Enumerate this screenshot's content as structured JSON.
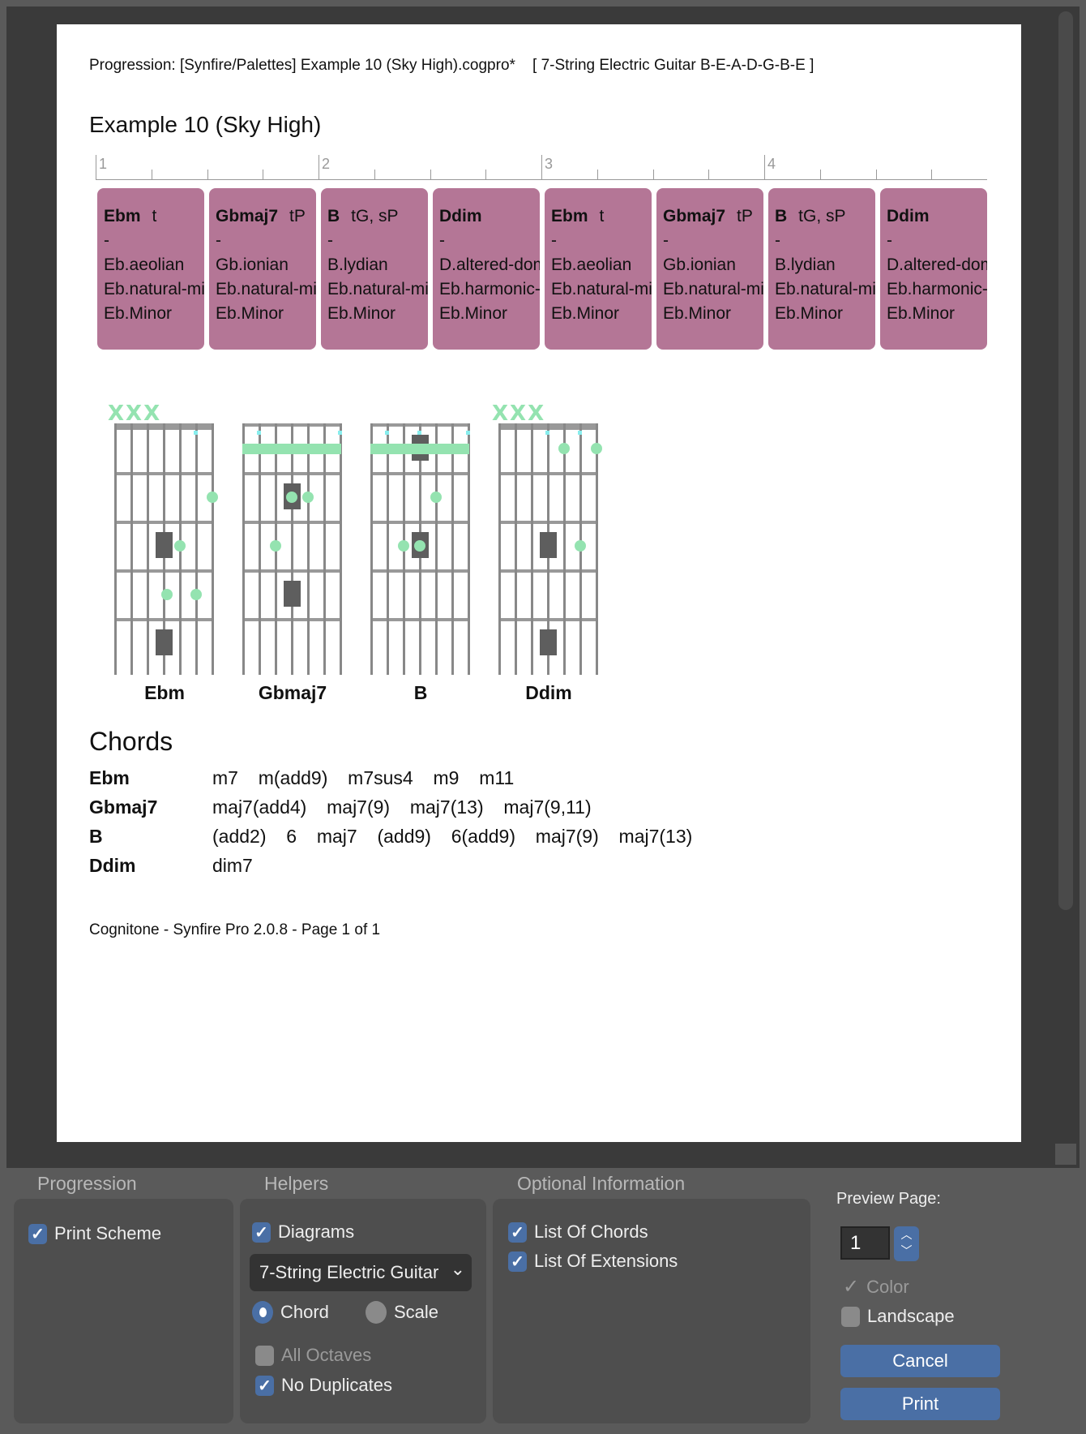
{
  "header": "Progression: [Synfire/Palettes] Example 10 (Sky High).cogpro*    [ 7-String Electric Guitar B-E-A-D-G-B-E ]",
  "title": "Example 10 (Sky High)",
  "ruler": [
    "1",
    "2",
    "3",
    "4"
  ],
  "blocks": [
    {
      "chord": "Ebm",
      "func": "t",
      "dash": "-",
      "s1": "Eb.aeolian",
      "s2": "Eb.natural-minor",
      "s3": "Eb.Minor"
    },
    {
      "chord": "Gbmaj7",
      "func": "tP",
      "dash": "-",
      "s1": "Gb.ionian",
      "s2": "Eb.natural-minor",
      "s3": "Eb.Minor"
    },
    {
      "chord": "B",
      "func": "tG, sP",
      "dash": "-",
      "s1": "B.lydian",
      "s2": "Eb.natural-minor",
      "s3": "Eb.Minor"
    },
    {
      "chord": "Ddim",
      "func": "",
      "dash": "-",
      "s1": "D.altered-dominant",
      "s2": "Eb.harmonic-minor",
      "s3": "Eb.Minor"
    },
    {
      "chord": "Ebm",
      "func": "t",
      "dash": "-",
      "s1": "Eb.aeolian",
      "s2": "Eb.natural-minor",
      "s3": "Eb.Minor"
    },
    {
      "chord": "Gbmaj7",
      "func": "tP",
      "dash": "-",
      "s1": "Gb.ionian",
      "s2": "Eb.natural-minor",
      "s3": "Eb.Minor"
    },
    {
      "chord": "B",
      "func": "tG, sP",
      "dash": "-",
      "s1": "B.lydian",
      "s2": "Eb.natural-minor",
      "s3": "Eb.Minor"
    },
    {
      "chord": "Ddim",
      "func": "",
      "dash": "-",
      "s1": "D.altered-dominant",
      "s2": "Eb.harmonic-minor",
      "s3": "Eb.Minor"
    }
  ],
  "diagrams": [
    {
      "name": "Ebm",
      "muted": "XXX",
      "barre": null,
      "dots": [
        [
          6,
          2
        ],
        [
          4,
          3
        ],
        [
          3,
          4
        ],
        [
          5,
          4
        ]
      ],
      "roots": [
        [
          3,
          3
        ],
        [
          3,
          5
        ]
      ],
      "open": [
        5
      ]
    },
    {
      "name": "Gbmaj7",
      "muted": "",
      "barre": 1,
      "dots": [
        [
          3,
          2
        ],
        [
          4,
          2
        ],
        [
          2,
          3
        ]
      ],
      "roots": [
        [
          3,
          2
        ],
        [
          3,
          4
        ]
      ],
      "open": [
        1,
        6
      ]
    },
    {
      "name": "B",
      "muted": "",
      "barre": 1,
      "dots": [
        [
          4,
          2
        ],
        [
          2,
          3
        ],
        [
          3,
          3
        ]
      ],
      "roots": [
        [
          3,
          1
        ],
        [
          3,
          3
        ]
      ],
      "open": [
        1,
        3,
        6
      ]
    },
    {
      "name": "Ddim",
      "muted": "XXX",
      "barre": null,
      "dots": [
        [
          4,
          1
        ],
        [
          6,
          1
        ],
        [
          5,
          3
        ]
      ],
      "roots": [
        [
          3,
          3
        ],
        [
          3,
          5
        ]
      ],
      "open": [
        3,
        5
      ]
    }
  ],
  "chords_heading": "Chords",
  "chords": [
    {
      "name": "Ebm",
      "ext": "m7  m(add9)  m7sus4  m9  m11"
    },
    {
      "name": "Gbmaj7",
      "ext": "maj7(add4)  maj7(9)  maj7(13)  maj7(9,11)"
    },
    {
      "name": "B",
      "ext": "(add2)  6  maj7  (add9)  6(add9)  maj7(9)  maj7(13)"
    },
    {
      "name": "Ddim",
      "ext": "dim7"
    }
  ],
  "footer": "Cognitone  -  Synfire Pro 2.0.8  -  Page 1 of 1",
  "panel": {
    "progression_label": "Progression",
    "helpers_label": "Helpers",
    "optional_label": "Optional Information",
    "print_scheme": "Print Scheme",
    "diagrams": "Diagrams",
    "instrument": "7-String Electric Guitar",
    "chord": "Chord",
    "scale": "Scale",
    "all_octaves": "All Octaves",
    "no_duplicates": "No Duplicates",
    "list_chords": "List Of Chords",
    "list_extensions": "List Of Extensions",
    "preview_page_label": "Preview Page:",
    "preview_page": "1",
    "color": "Color",
    "landscape": "Landscape",
    "cancel": "Cancel",
    "print": "Print",
    "check": "✓"
  },
  "colors": {
    "block": "#b47696",
    "note": "#94e3b0",
    "root": "#5e5e5e",
    "accent": "#4a6fa5"
  }
}
